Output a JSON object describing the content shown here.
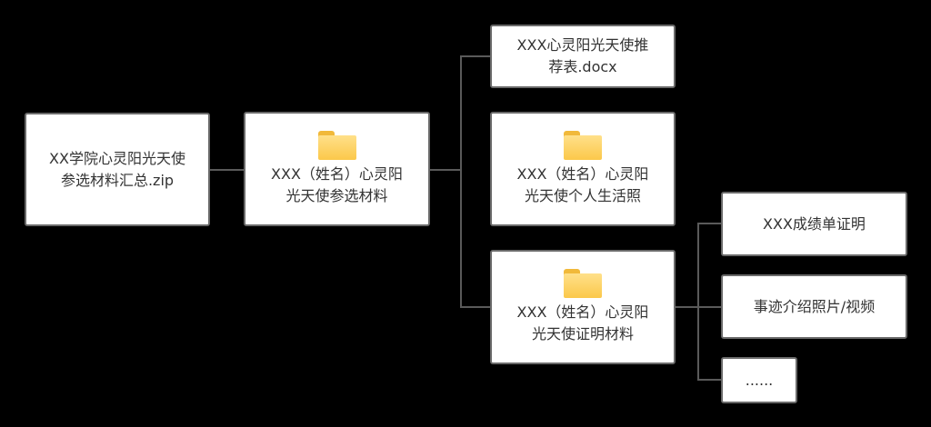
{
  "root": {
    "lines": [
      "XX学院心灵阳光天使",
      "参选材料汇总.zip"
    ]
  },
  "folder": {
    "icon": "folder-icon",
    "lines": [
      "XXX（姓名）心灵阳",
      "光天使参选材料"
    ]
  },
  "children": [
    {
      "lines": [
        "XXX心灵阳光天使推",
        "荐表.docx"
      ]
    },
    {
      "icon": "folder-icon",
      "lines": [
        "XXX（姓名）心灵阳",
        "光天使个人生活照"
      ]
    },
    {
      "icon": "folder-icon",
      "lines": [
        "XXX（姓名）心灵阳",
        "光天使证明材料"
      ]
    }
  ],
  "proof_items": [
    {
      "label": "XXX成绩单证明"
    },
    {
      "label": "事迹介绍照片/视频"
    },
    {
      "label": "......"
    }
  ],
  "colors": {
    "background": "#000000",
    "line": "#5a5a5a",
    "folder": "#fbc84a"
  }
}
